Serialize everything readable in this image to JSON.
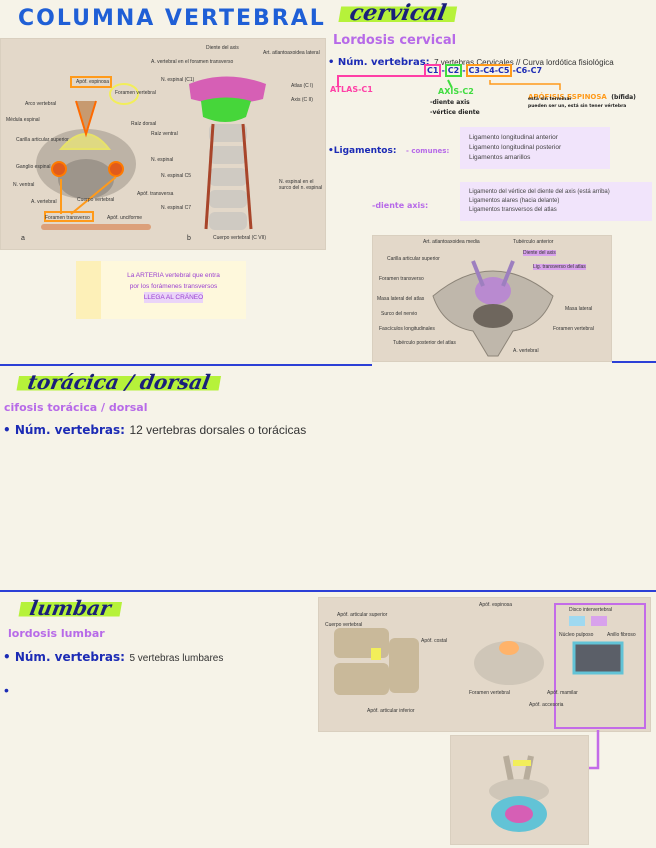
{
  "title": "COLUMNA VERTEBRAL",
  "fig_cervical": {
    "labels": [
      "Apóf. espinosa",
      "Foramen vertebral",
      "Arco vertebral",
      "Médula espinal",
      "Raíz dorsal",
      "Raíz ventral",
      "Carilla articular superior",
      "Ganglio espinal",
      "N. ventral",
      "N. espinal",
      "A. vertebral",
      "Cuerpo vertebral",
      "Apóf. transversa",
      "Apóf. unciforme",
      "Foramen transverso",
      "A. vertebral en el foramen transverso",
      "Diente del axis",
      "Art. atlantoaxoidea lateral",
      "N. espinal (C1)",
      "Atlas (C I)",
      "Axis (C II)",
      "N. espinal C5",
      "N. espinal C7",
      "N. espinal en el surco del n. espinal",
      "Cuerpo vertebral (C VII)",
      "a",
      "b"
    ]
  },
  "note": {
    "line1": "La ARTERIA vertebral que entra",
    "line2": "por los forámenes transversos",
    "line3": "LLEGA AL CRÁNEO"
  },
  "cervical": {
    "heading": "cervical",
    "subtitle": "Lordosis cervical",
    "count_label": "• Núm. vertebras:",
    "count_value": "7 vertebras Cervicales // Curva lordótica fisiológica",
    "c1": "C1",
    "c2": "C2",
    "c345": "C3-C4-C5",
    "c67": "C6-C7",
    "sep": "-",
    "atlas": "ATLAS-C1",
    "axis": "AXIS-C2",
    "axis_items": [
      "-diente axis",
      "-vértice diente"
    ],
    "apofisis": "APÓFISIS ESPINOSA",
    "apofisis_note": "(bífida)",
    "apofisis_lines": [
      "está sin terminar",
      "pueden ser un, está sin tener vértebra"
    ],
    "ligamentos_label": "•Ligamentos:",
    "comunes_label": "- comunes:",
    "comunes": [
      "Ligamento longitudinal anterior",
      "Ligamento longitudinal posterior",
      "Ligamentos amarillos"
    ],
    "diente_label": "-diente axis:",
    "diente": [
      "Ligamento del vértice del diente del axis (está arriba)",
      "Ligamentos alares (hacia delante)",
      "Ligamentos transversos del atlas"
    ]
  },
  "fig_atlas": {
    "labels": [
      "Art. atlantoaxoidea media",
      "Tubérculo anterior",
      "Carilla articular superior",
      "Foramen transverso",
      "Masa lateral del atlas",
      "Surco del nervio",
      "Fascículos longitudinales",
      "Tubérculo posterior del atlas",
      "Diente del axis",
      "Lig. transverso del atlas",
      "Masa lateral",
      "Foramen vertebral",
      "A. vertebral"
    ]
  },
  "toracica": {
    "heading": "torácica / dorsal",
    "subtitle": "cifosis torácica / dorsal",
    "count_label": "• Núm. vertebras:",
    "count_value": "12 vertebras dorsales o torácicas"
  },
  "lumbar": {
    "heading": "lumbar",
    "subtitle": "lordosis lumbar",
    "count_label": "• Núm. vertebras:",
    "count_value": "5 vertebras lumbares",
    "bullet": "•"
  },
  "fig_lumbar": {
    "labels": [
      "Apóf. articular superior",
      "Cuerpo vertebral",
      "Apóf. costal",
      "Foramen vertebral",
      "Apóf. espinosa",
      "Apóf. articular inferior",
      "Disco intervertebral",
      "Núcleo pulposo",
      "Anillo fibroso",
      "Apóf. mamilar",
      "Apóf. accesoria"
    ]
  },
  "colors": {
    "title": "#1f5fd6",
    "highlight": "#b6f23a",
    "purple": "#b76ae8",
    "navy": "#1c2bb5",
    "pink": "#ff3fa6",
    "green": "#3fdc3f",
    "orange": "#ff9a1a",
    "divider": "#2b3fd6"
  }
}
